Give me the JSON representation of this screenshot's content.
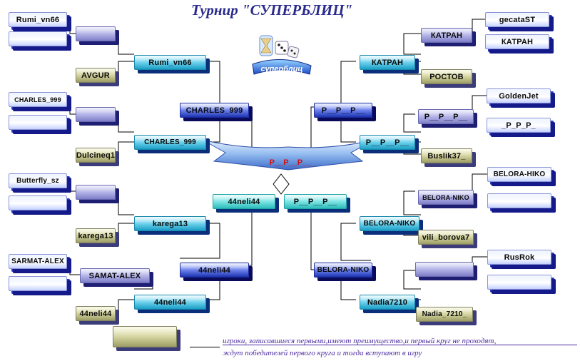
{
  "title": "Турнир \"СУПЕРБЛИЦ\"",
  "logo_text": "суперблиц",
  "champion": "P__P__P__",
  "left": {
    "round1": [
      "Rumi_vn66",
      "",
      "",
      "CHARLES_999",
      "",
      "",
      "Butterfly_sz",
      "",
      "SARMAT-ALEX",
      ""
    ],
    "round2": [
      "",
      "Rumi_vn66",
      "AVGUR",
      "",
      "CHARLES_999",
      "Dulcineq1",
      "",
      "karega13",
      "karega13",
      "SAMAT-ALEX",
      "44neli44",
      "44neli44"
    ],
    "round3": [
      "CHARLES_999",
      "44neli44"
    ],
    "semi": "44neli44"
  },
  "right": {
    "round1": [
      "gecataST",
      "КАТРАН",
      "GoldenJet",
      "_P_P_P_",
      "BELORA-HIKO",
      "",
      "RusRok",
      ""
    ],
    "round2": [
      "КАТРАН",
      "КАТРАН",
      "РОСТОВ",
      "P__P__P__",
      "P__P__P__",
      "Buslik37_",
      "BELORA-NIKO",
      "BELORA-NIKO",
      "vili_borova7",
      "",
      "Nadia7210",
      "Nadia_7210_"
    ],
    "round3": [
      "P__P__P__",
      "BELORA-NIKO"
    ],
    "semi": "P__P__P__"
  },
  "legend_box": "",
  "note_line1": "игроки, записавшиеся первыми,имеют преимущество,и первый круг не проходят,",
  "note_line2": "ждут победителей первого круга и тогда вступают в игру"
}
